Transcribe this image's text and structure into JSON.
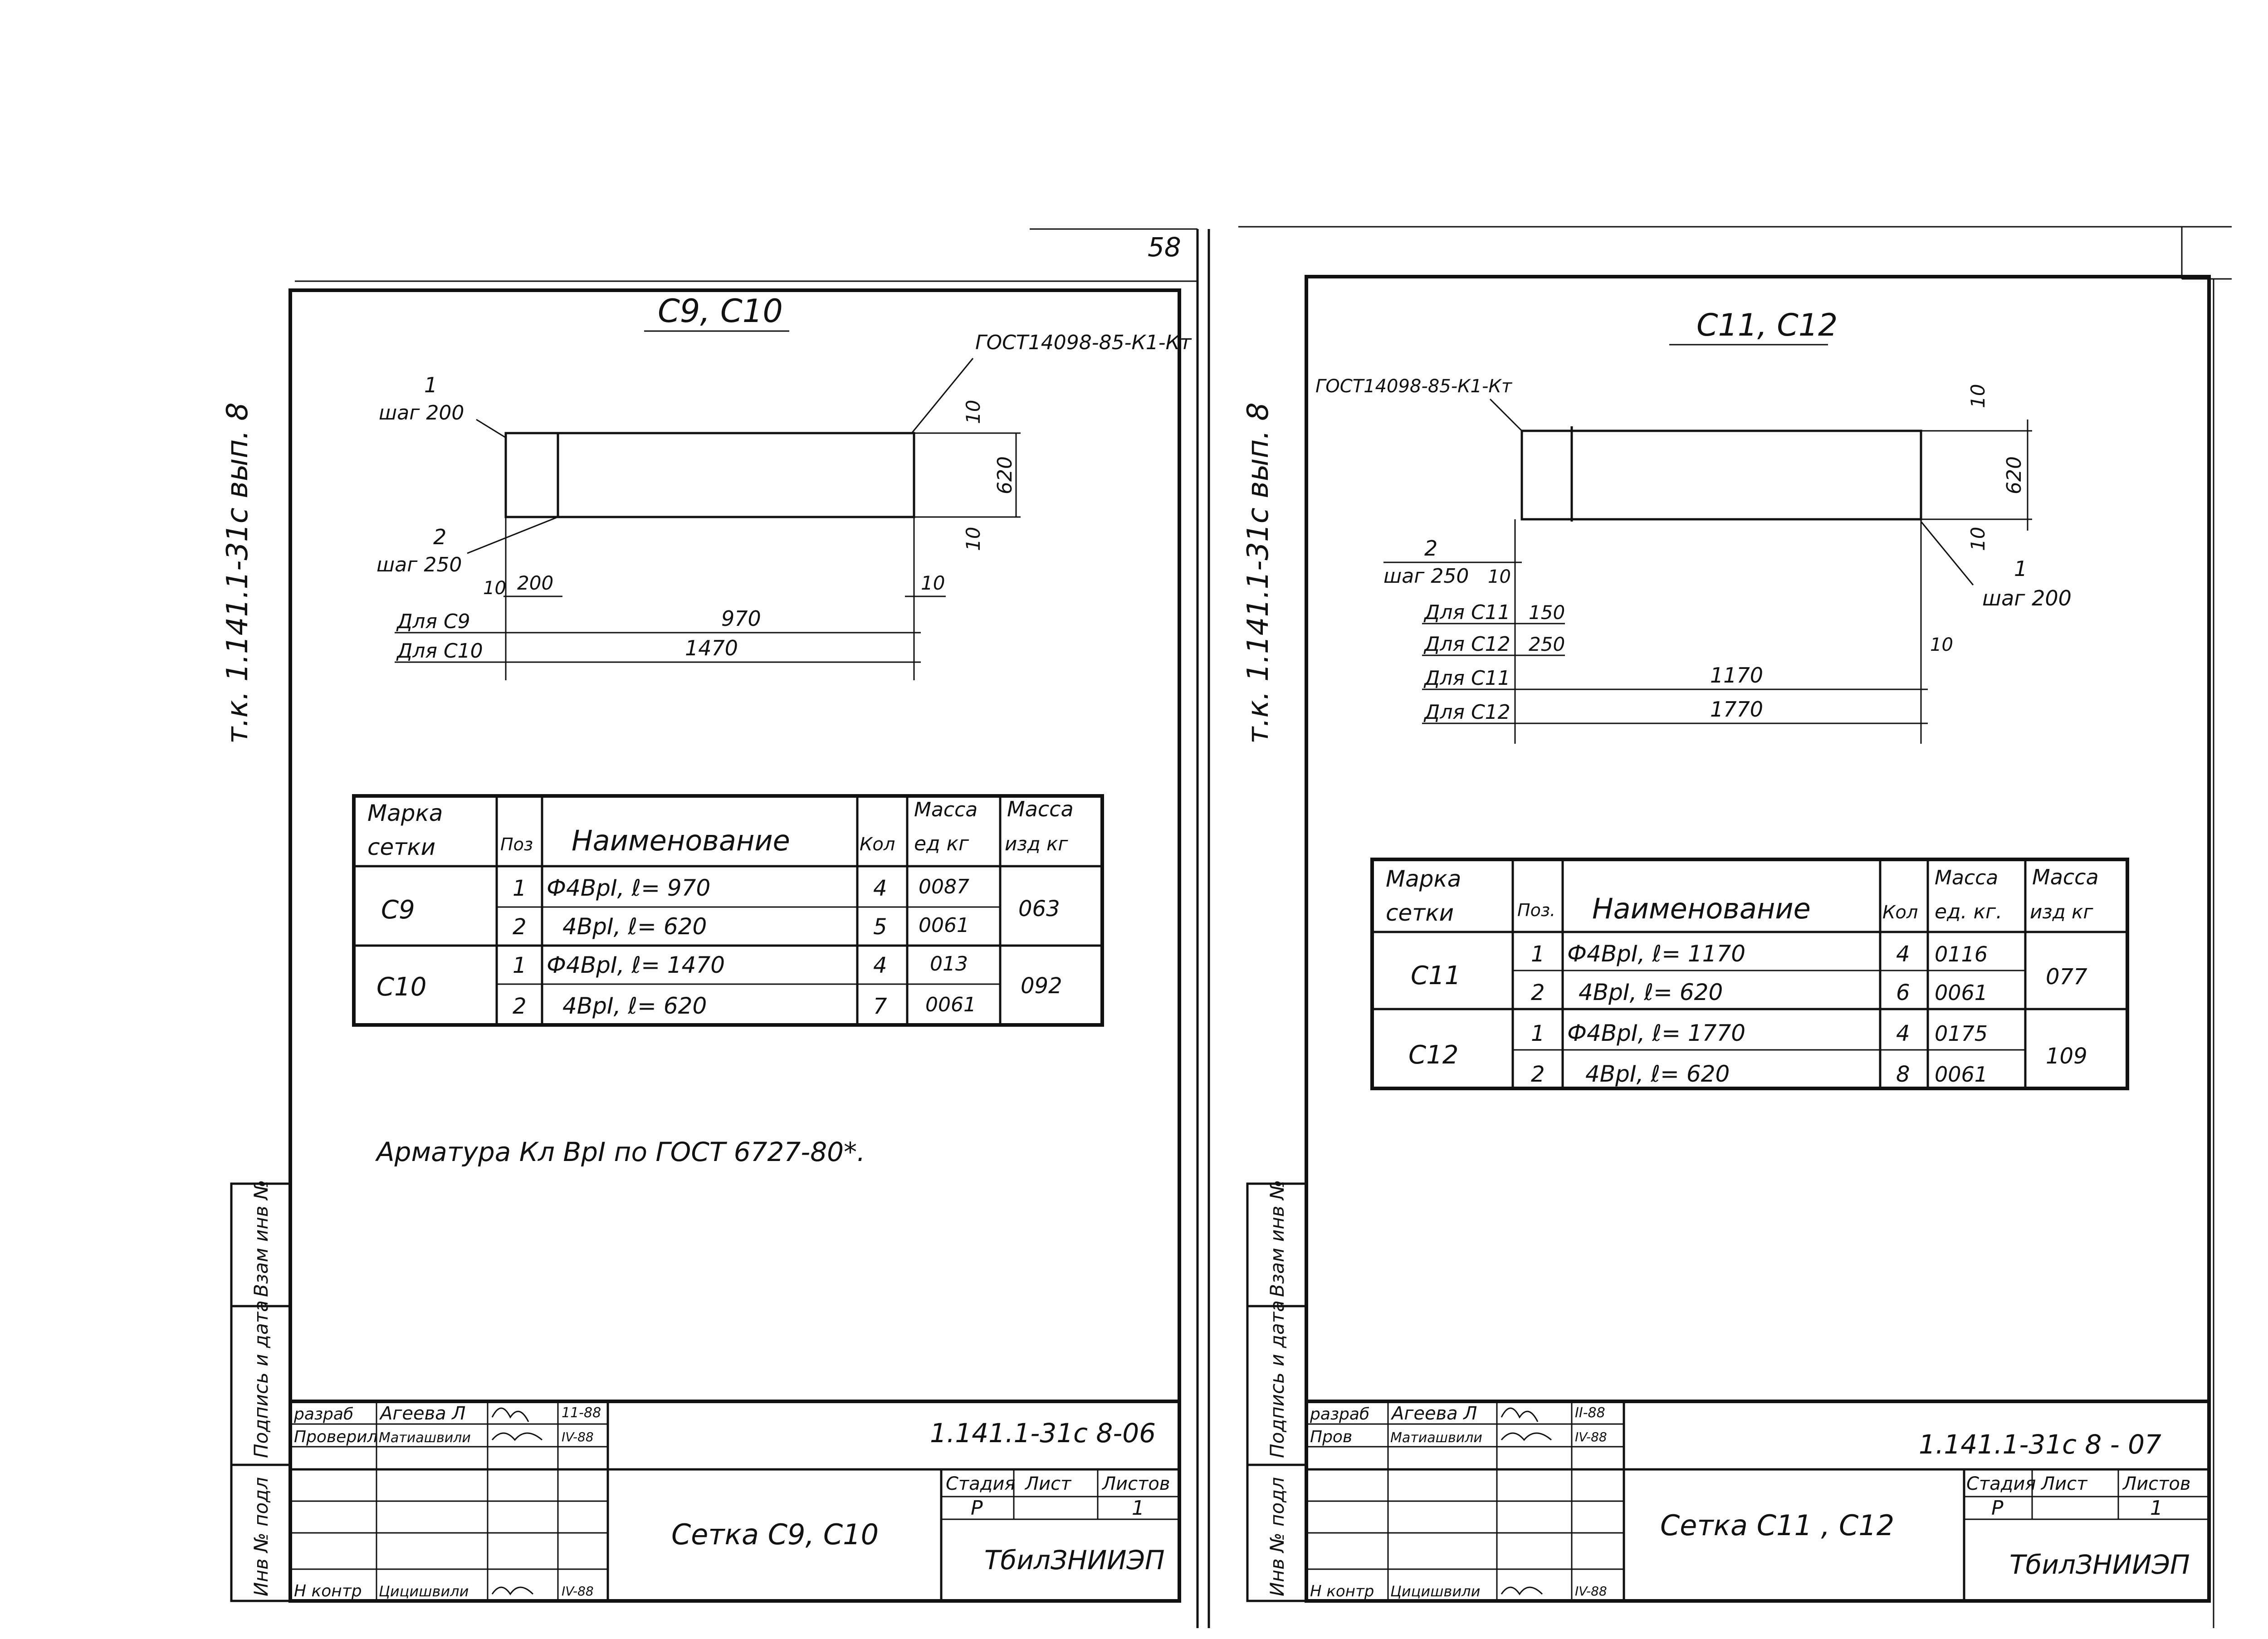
{
  "left_sheet": {
    "page_number": "58",
    "drawing_title": "С9, С10",
    "side_code": "т.к. 1.141.1-31с  вып. 8",
    "gost_ref": "ГОСТ14098-85-К1-Кт",
    "rod1_pos": "1",
    "rod1_step": "шаг 200",
    "rod2_pos": "2",
    "rod2_step": "шаг 250",
    "dim_10_top": "10",
    "dim_620": "620",
    "dim_10_bottom": "10",
    "dim_10_left": "10",
    "dim_200": "200",
    "dim_10_right": "10",
    "row1_label": "Для С9",
    "row1_value": "970",
    "row2_label": "Для С10",
    "row2_value": "1470",
    "table": {
      "headers": {
        "mark": [
          "Марка",
          "сетки"
        ],
        "pos": "Поз",
        "name": "Наименование",
        "qty": "Кол",
        "unit_mass": [
          "Масса",
          "ед кг"
        ],
        "item_mass": [
          "Масса",
          "изд кг"
        ]
      },
      "rows": [
        {
          "mark": "С9",
          "pos": "1",
          "name": "Ф4ВрI, ℓ= 970",
          "qty": "4",
          "unit_mass": "0087",
          "item_mass": "063"
        },
        {
          "mark": "",
          "pos": "2",
          "name": "4ВрI, ℓ= 620",
          "qty": "5",
          "unit_mass": "0061",
          "item_mass": ""
        },
        {
          "mark": "С10",
          "pos": "1",
          "name": "Ф4ВрI, ℓ= 1470",
          "qty": "4",
          "unit_mass": "013",
          "item_mass": "092"
        },
        {
          "mark": "",
          "pos": "2",
          "name": "4ВрI, ℓ= 620",
          "qty": "7",
          "unit_mass": "0061",
          "item_mass": ""
        }
      ]
    },
    "note": "Арматура Кл ВрI по ГОСТ 6727-80*.",
    "side_stamp": [
      "Инв № подл",
      "Подпись и дата",
      "Взам инв №"
    ],
    "title_block": {
      "row1_role": "разраб",
      "row1_name": "Агеева Л",
      "row1_date": "11-88",
      "row2_role": "Проверил",
      "row2_name": "Матиашвили",
      "row2_date": "IV-88",
      "row3_role": "Н контр",
      "row3_name": "Цицишвили",
      "row3_date": "IV-88",
      "code": "1.141.1-31с 8-06",
      "title": "Сетка С9, С10",
      "stage_label": "Стадия",
      "sheet_label": "Лист",
      "sheets_label": "Листов",
      "stage": "Р",
      "sheets": "1",
      "org": "ТбилЗНИИЭП"
    }
  },
  "right_sheet": {
    "drawing_title": "С11, С12",
    "side_code": "т.к. 1.141.1-31с  вып. 8",
    "gost_ref": "ГОСТ14098-85-К1-Кт",
    "rod2_pos": "2",
    "rod2_step": "шаг 250",
    "rod1_pos": "1",
    "rod1_step": "шаг 200",
    "dim_10_top": "10",
    "dim_620": "620",
    "dim_10_bottom": "10",
    "dim_10_left": "10",
    "dim_10_right": "10",
    "row1_label": "Для С11",
    "row1_value": "150",
    "row2_label": "Для С12",
    "row2_value": "250",
    "row3_label": "Для С11",
    "row3_value": "1170",
    "row4_label": "Для С12",
    "row4_value": "1770",
    "table": {
      "headers": {
        "mark": [
          "Марка",
          "сетки"
        ],
        "pos": "Поз.",
        "name": "Наименование",
        "qty": "Кол",
        "unit_mass": [
          "Масса",
          "ед. кг."
        ],
        "item_mass": [
          "Масса",
          "изд кг"
        ]
      },
      "rows": [
        {
          "mark": "С11",
          "pos": "1",
          "name": "Ф4ВрI, ℓ= 1170",
          "qty": "4",
          "unit_mass": "0116",
          "item_mass": "077"
        },
        {
          "mark": "",
          "pos": "2",
          "name": "4ВрI, ℓ= 620",
          "qty": "6",
          "unit_mass": "0061",
          "item_mass": ""
        },
        {
          "mark": "С12",
          "pos": "1",
          "name": "Ф4ВрI, ℓ= 1770",
          "qty": "4",
          "unit_mass": "0175",
          "item_mass": "109"
        },
        {
          "mark": "",
          "pos": "2",
          "name": "4ВрI, ℓ= 620",
          "qty": "8",
          "unit_mass": "0061",
          "item_mass": ""
        }
      ]
    },
    "side_stamp": [
      "Инв № подл",
      "Подпись и дата",
      "Взам инв №"
    ],
    "title_block": {
      "row1_role": "разраб",
      "row1_name": "Агеева Л",
      "row1_date": "II-88",
      "row2_role": "Пров",
      "row2_name": "Матиашвили",
      "row2_date": "IV-88",
      "row3_role": "Н контр",
      "row3_name": "Цицишвили",
      "row3_date": "IV-88",
      "code": "1.141.1-31с 8 - 07",
      "title": "Сетка С11 , С12",
      "stage_label": "Стадия",
      "sheet_label": "Лист",
      "sheets_label": "Листов",
      "stage": "Р",
      "sheets": "1",
      "org": "ТбилЗНИИЭП"
    }
  }
}
